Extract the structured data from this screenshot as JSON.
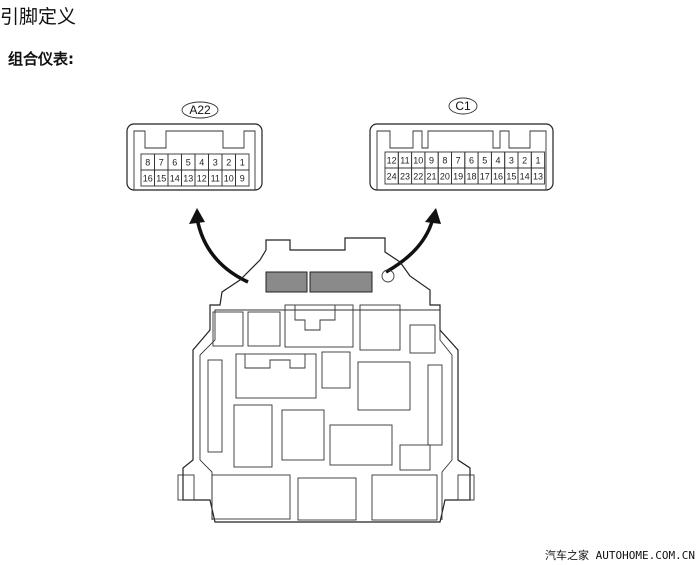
{
  "title": "引脚定义",
  "subtitle": "组合仪表:",
  "watermark": "汽车之家  AUTOHOME.COM.CN",
  "connectors": [
    {
      "id": "A22",
      "top_row": [
        "8",
        "7",
        "6",
        "5",
        "4",
        "3",
        "2",
        "1"
      ],
      "bottom_row": [
        "16",
        "15",
        "14",
        "13",
        "12",
        "11",
        "10",
        "9"
      ]
    },
    {
      "id": "C1",
      "top_row": [
        "12",
        "11",
        "10",
        "9",
        "8",
        "7",
        "6",
        "5",
        "4",
        "3",
        "2",
        "1"
      ],
      "bottom_row": [
        "24",
        "23",
        "22",
        "21",
        "20",
        "19",
        "18",
        "17",
        "16",
        "15",
        "14",
        "13"
      ]
    }
  ],
  "colors": {
    "highlight": "#8a8a8a",
    "line": "#222222"
  }
}
